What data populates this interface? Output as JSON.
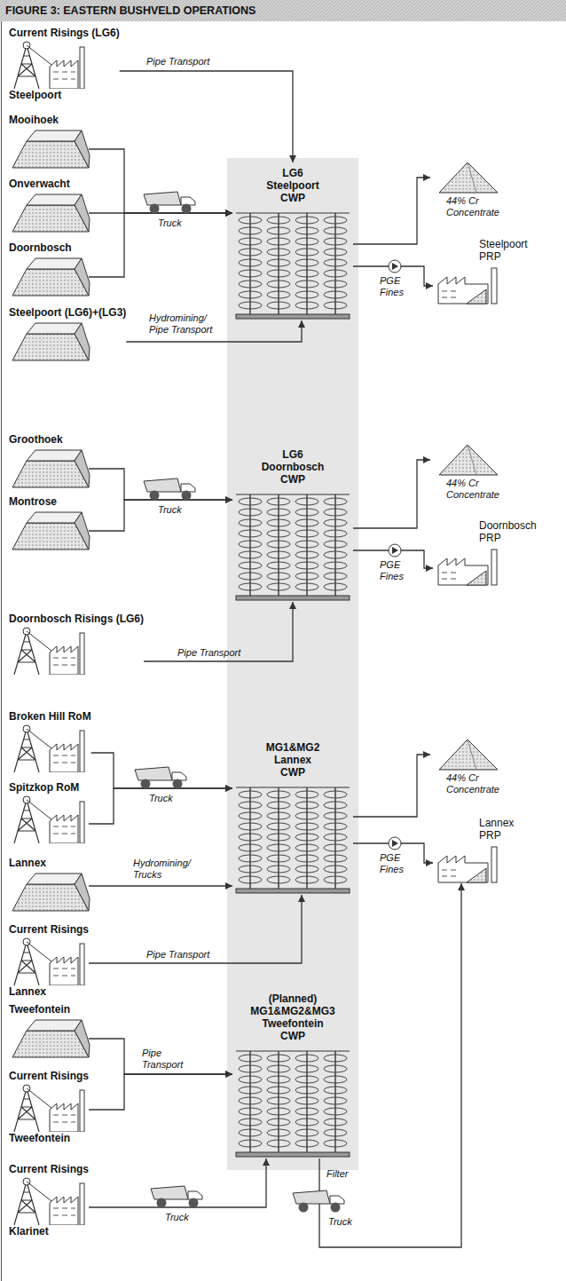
{
  "diagram": {
    "title": "FIGURE 3: EASTERN BUSHVELD OPERATIONS",
    "nodes": [
      {
        "text": [
          "Current Risings (LG6)",
          "Steelpoort"
        ]
      },
      {
        "text": [
          "Mooihoek"
        ]
      },
      {
        "text": [
          "Onverwacht"
        ]
      },
      {
        "text": [
          "Doornbosch"
        ]
      },
      {
        "text": [
          "Steelpoort (LG6)+(LG3)"
        ]
      },
      {
        "text": [
          "LG6 Steelpoort CWP"
        ]
      },
      {
        "text": [
          "44% Cr Concentrate"
        ]
      },
      {
        "text": [
          "Steelpoort PRP"
        ]
      },
      {
        "text": [
          "Groothoek"
        ]
      },
      {
        "text": [
          "Montrose"
        ]
      },
      {
        "text": [
          "Doornbosch Risings (LG6)"
        ]
      },
      {
        "text": [
          "LG6 Doornbosch CWP"
        ]
      },
      {
        "text": [
          "44% Cr Concentrate"
        ]
      },
      {
        "text": [
          "Doornbosch PRP"
        ]
      },
      {
        "text": [
          "Broken Hill RoM"
        ]
      },
      {
        "text": [
          "Spitzkop RoM"
        ]
      },
      {
        "text": [
          "Lannex"
        ]
      },
      {
        "text": [
          "Current Risings",
          "Lannex"
        ]
      },
      {
        "text": [
          "MG1&MG2 Lannex CWP"
        ]
      },
      {
        "text": [
          "44% Cr Concentrate"
        ]
      },
      {
        "text": [
          "Lannex PRP"
        ]
      },
      {
        "text": [
          "Tweefontein"
        ]
      },
      {
        "text": [
          "Current Risings",
          "Tweefontein"
        ]
      },
      {
        "text": [
          "Current Risings",
          "Klarinet"
        ]
      },
      {
        "text": [
          "(Planned) MG1&MG2&MG3 Tweefontein CWP"
        ]
      }
    ],
    "edges": [
      {
        "from": 0,
        "to": 5,
        "arrow": "to",
        "label": "Pipe Transport"
      },
      {
        "from": 1,
        "to": 5,
        "arrow": "to"
      },
      {
        "from": 2,
        "to": 5,
        "arrow": "to"
      },
      {
        "from": 3,
        "to": 5,
        "arrow": "to"
      },
      {
        "from": 4,
        "to": 5,
        "arrow": "to",
        "label": "Hydromining/ Pipe Transport"
      },
      {
        "from": 5,
        "to": 6,
        "arrow": "to"
      },
      {
        "from": 5,
        "to": 7,
        "arrow": "to",
        "label": "PGE Fines"
      },
      {
        "from": 8,
        "to": 11,
        "arrow": "to"
      },
      {
        "from": 9,
        "to": 11,
        "arrow": "to"
      },
      {
        "from": 10,
        "to": 11,
        "arrow": "to",
        "label": "Pipe Transport"
      },
      {
        "from": 11,
        "to": 12,
        "arrow": "to"
      },
      {
        "from": 11,
        "to": 13,
        "arrow": "to",
        "label": "PGE Fines"
      },
      {
        "from": 14,
        "to": 18,
        "arrow": "to"
      },
      {
        "from": 15,
        "to": 18,
        "arrow": "to"
      },
      {
        "from": 16,
        "to": 18,
        "arrow": "to",
        "label": "Hydromining/ Trucks"
      },
      {
        "from": 17,
        "to": 18,
        "arrow": "to",
        "label": "Pipe Transport"
      },
      {
        "from": 18,
        "to": 19,
        "arrow": "to"
      },
      {
        "from": 18,
        "to": 20,
        "arrow": "to",
        "label": "PGE Fines"
      },
      {
        "from": 21,
        "to": 24,
        "arrow": "to",
        "label": "Pipe Transport"
      },
      {
        "from": 22,
        "to": 24,
        "arrow": "to"
      },
      {
        "from": 23,
        "to": 24,
        "arrow": "to"
      },
      {
        "from": 24,
        "to": 20,
        "arrow": "to",
        "label": "Filter"
      }
    ],
    "labels": [
      "Truck",
      "Truck",
      "Truck",
      "Truck",
      "Truck"
    ]
  }
}
